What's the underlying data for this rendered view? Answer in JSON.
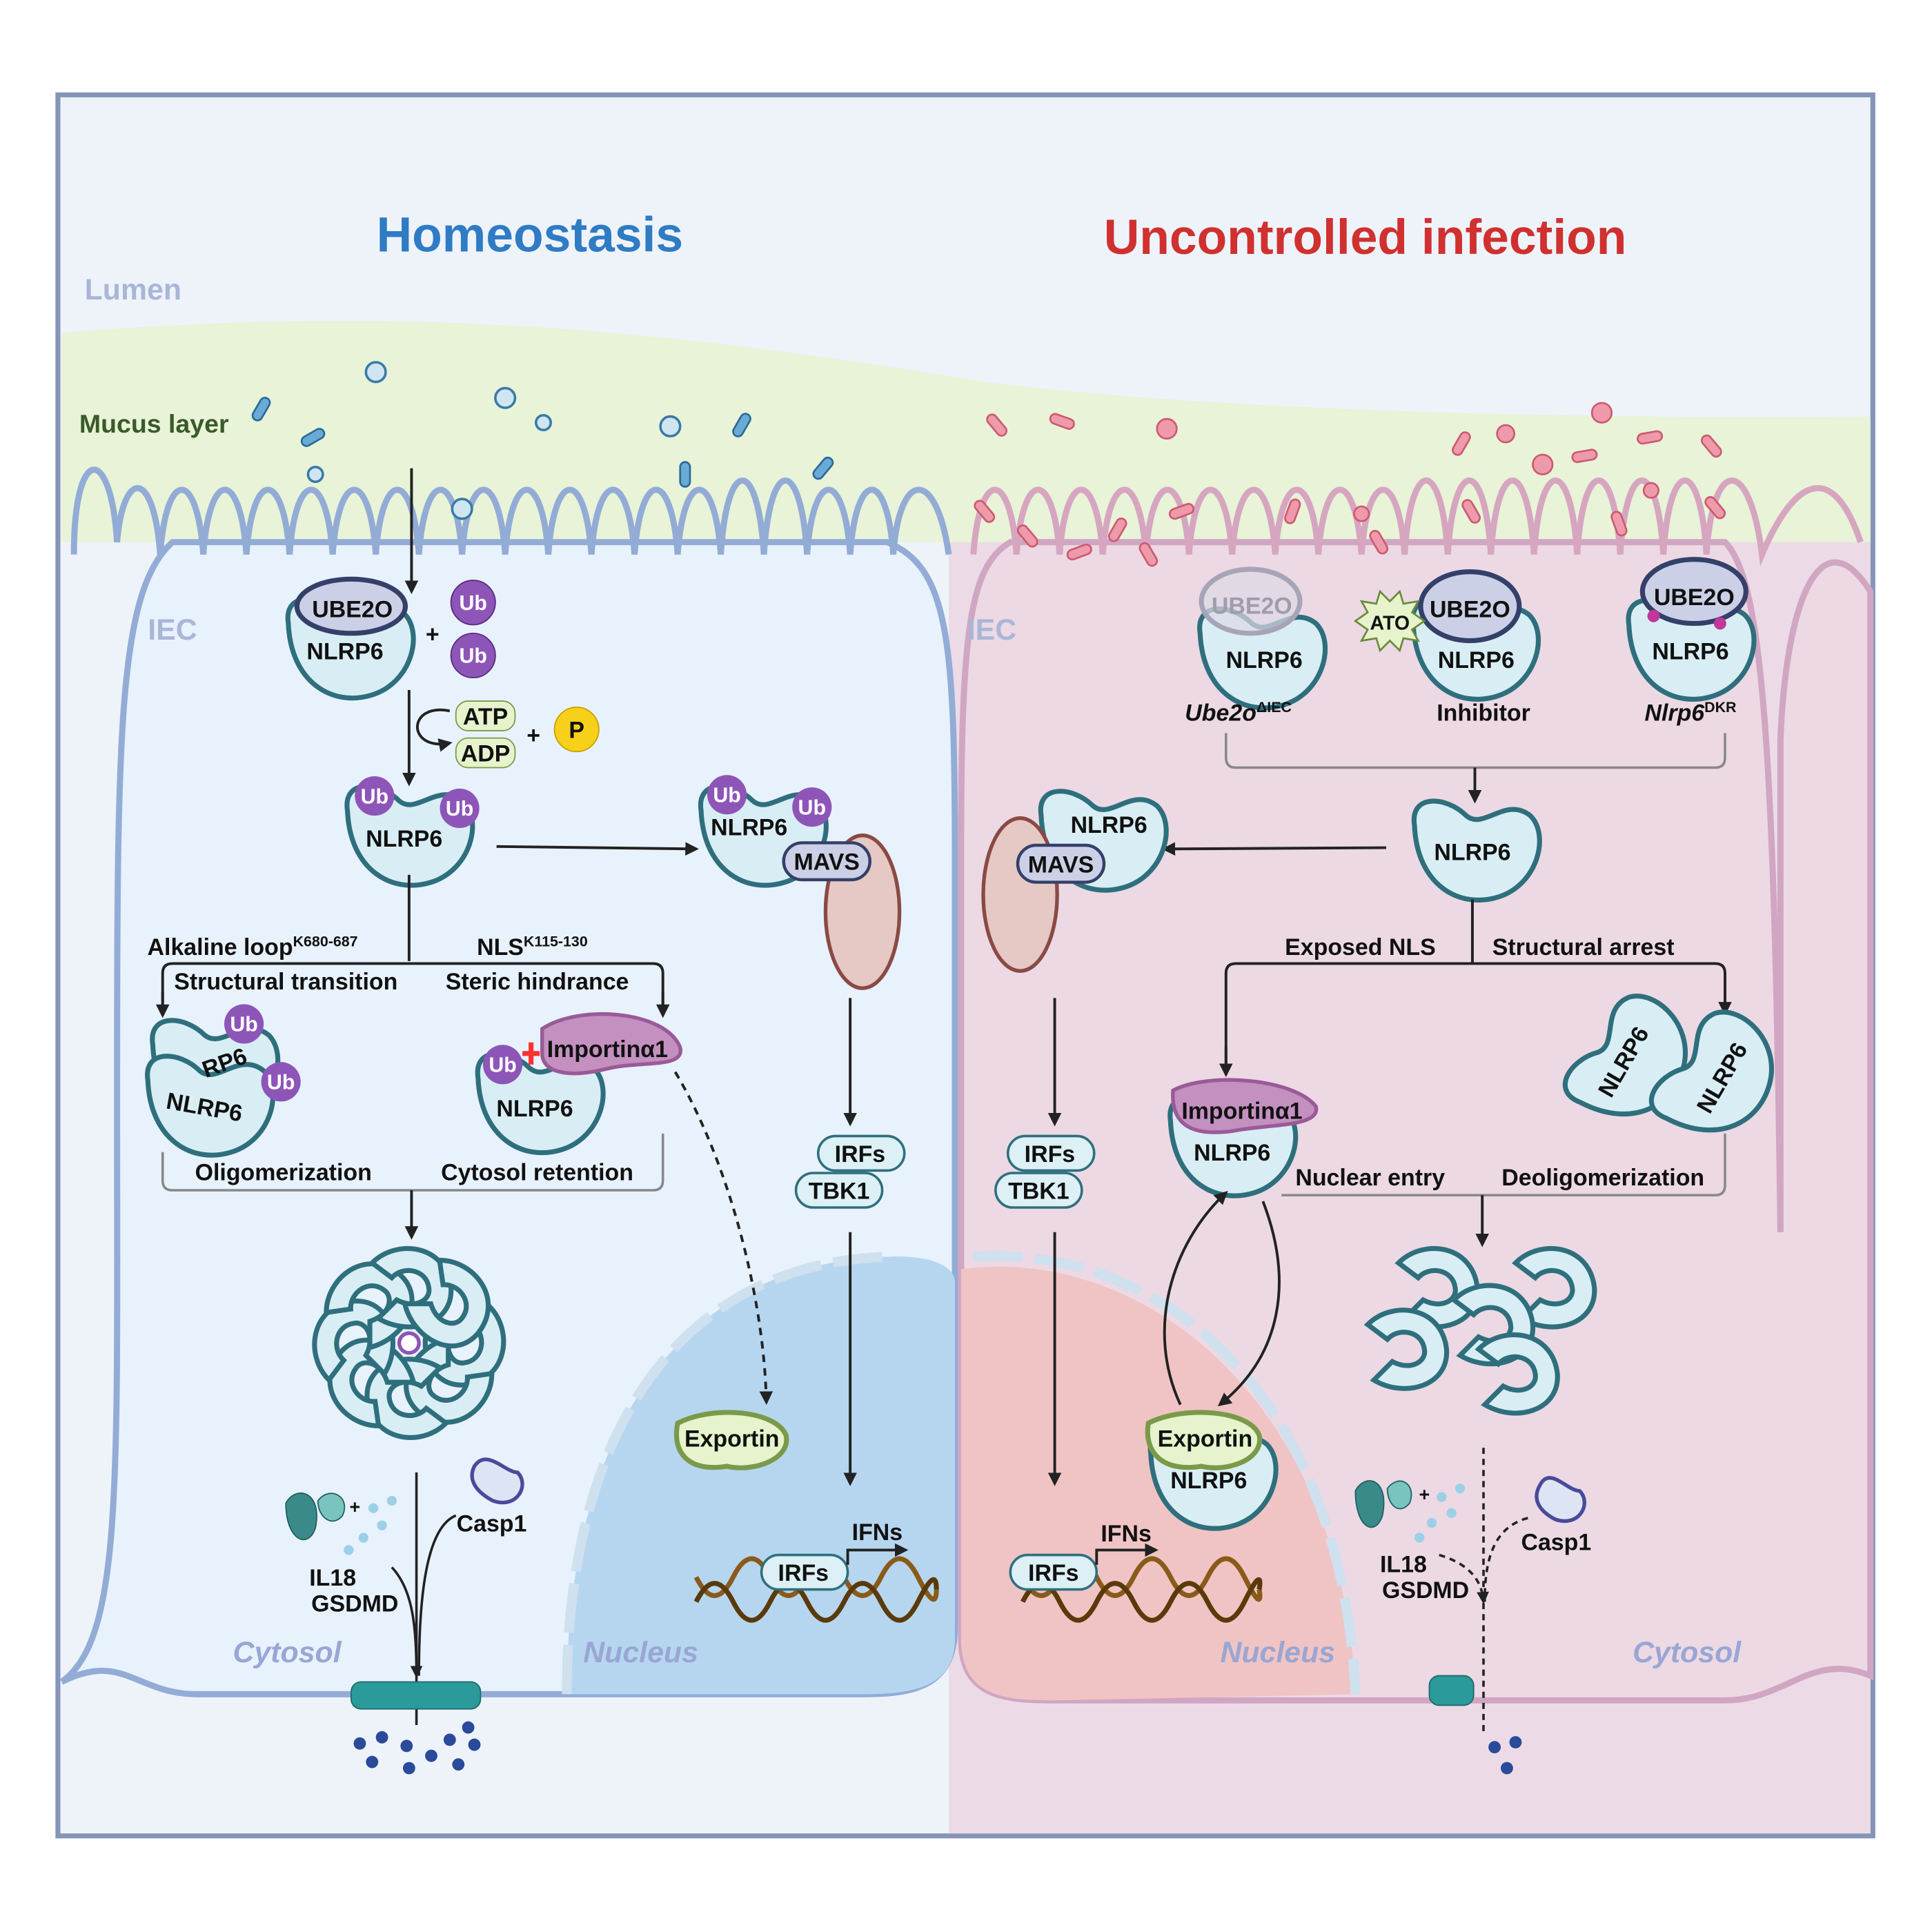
{
  "titles": {
    "left": "Homeostasis",
    "right": "Uncontrolled infection"
  },
  "colors": {
    "left_title": "#2f7bc4",
    "right_title": "#d0302f",
    "ub": "#8e55b8",
    "nlrp6": "#2f6f7d",
    "importin": "#c390c0",
    "mucus": "#e8f3d8"
  },
  "regions": {
    "lumen": "Lumen",
    "mucus": "Mucus layer",
    "iec": "IEC",
    "cytosol": "Cytosol",
    "nucleus": "Nucleus"
  },
  "left": {
    "ube2o": "UBE2O",
    "nlrp6": "NLRP6",
    "ub": "Ub",
    "plus": "+",
    "atp": "ATP",
    "adp": "ADP",
    "p": "P",
    "mavs": "MAVS",
    "alkaline_loop": "Alkaline loop",
    "alkaline_sup": "K680-687",
    "nls": "NLS",
    "nls_sup": "K115-130",
    "structural_transition": "Structural transition",
    "steric_hindrance": "Steric hindrance",
    "rp6": "RP6",
    "importin": "Importinα1",
    "oligomerization": "Oligomerization",
    "cytosol_retention": "Cytosol retention",
    "irfs": "IRFs",
    "tbk1": "TBK1",
    "exportin": "Exportin",
    "ifns": "IFNs",
    "casp1": "Casp1",
    "il18": "IL18",
    "gsdmd": "GSDMD"
  },
  "right": {
    "ube2o": "UBE2O",
    "nlrp6": "NLRP6",
    "ato": "ATO",
    "ube2o_ko": "Ube2o",
    "ube2o_ko_sup": "ΔIEC",
    "inhibitor": "Inhibitor",
    "nlrp6_dkr": "Nlrp6",
    "nlrp6_dkr_sup": "DKR",
    "mavs": "MAVS",
    "exposed_nls": "Exposed NLS",
    "structural_arrest": "Structural arrest",
    "importin": "Importinα1",
    "nuclear_entry": "Nuclear entry",
    "deoligomerization": "Deoligomerization",
    "irfs": "IRFs",
    "tbk1": "TBK1",
    "exportin": "Exportin",
    "ifns": "IFNs",
    "casp1": "Casp1",
    "il18": "IL18",
    "gsdmd": "GSDMD",
    "plus": "+"
  }
}
